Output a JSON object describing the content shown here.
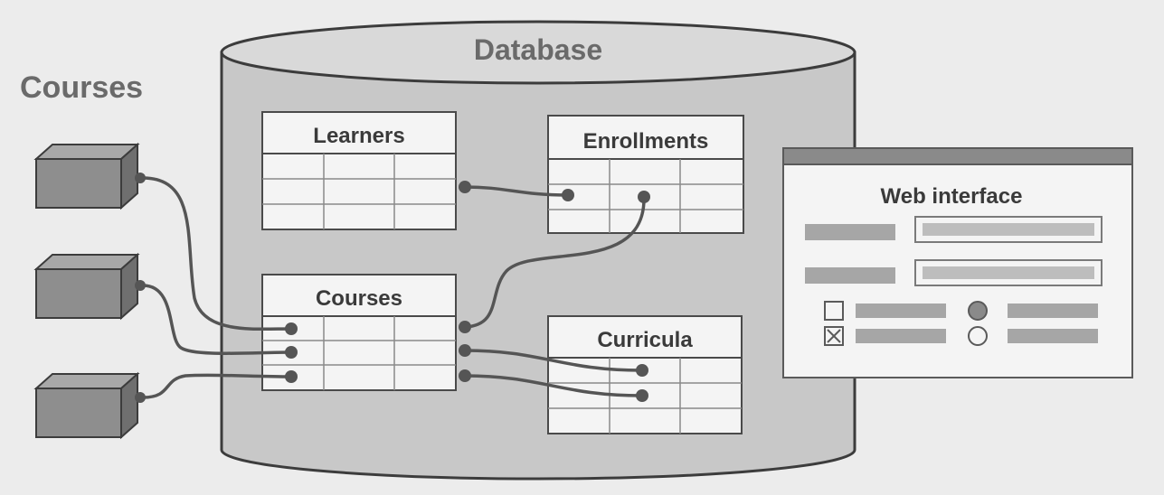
{
  "diagram": {
    "side_label": "Courses",
    "database_label": "Database",
    "tables": {
      "learners": "Learners",
      "enrollments": "Enrollments",
      "courses": "Courses",
      "curricula": "Curricula"
    },
    "web_interface": {
      "title": "Web interface"
    }
  }
}
